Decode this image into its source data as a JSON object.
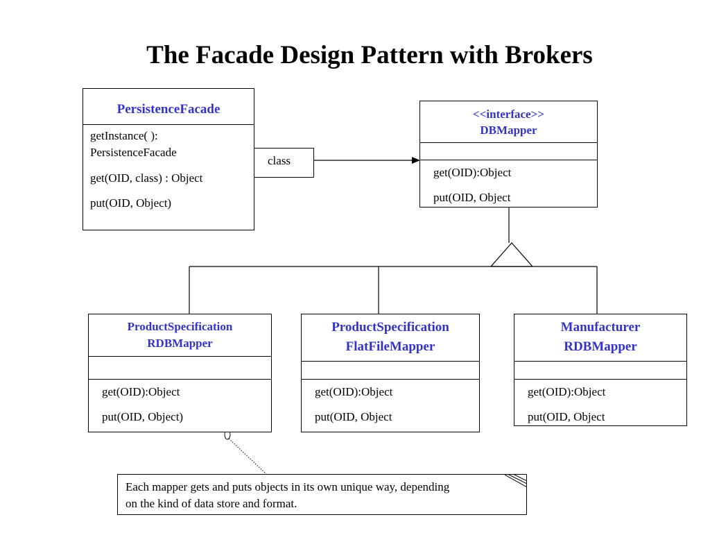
{
  "title": "The Facade Design Pattern with Brokers",
  "persistence_facade": {
    "name": "PersistenceFacade",
    "ops": [
      "getInstance( ):",
      "PersistenceFacade",
      "get(OID, class) : Object",
      "put(OID, Object)"
    ]
  },
  "qualifier": "class",
  "db_mapper": {
    "stereotype": "<<interface>>",
    "name": "DBMapper",
    "ops": [
      "get(OID):Object",
      "put(OID, Object"
    ]
  },
  "product_spec_rdb_mapper": {
    "name_line1": "ProductSpecification",
    "name_line2": "RDBMapper",
    "ops": [
      "get(OID):Object",
      "put(OID, Object)"
    ]
  },
  "product_spec_flatfile_mapper": {
    "name_line1": "ProductSpecification",
    "name_line2": "FlatFileMapper",
    "ops": [
      "get(OID):Object",
      "put(OID, Object"
    ]
  },
  "manufacturer_rdb_mapper": {
    "name_line1": "Manufacturer",
    "name_line2": "RDBMapper",
    "ops": [
      "get(OID):Object",
      "put(OID, Object"
    ]
  },
  "note": {
    "line1": "Each mapper gets and puts objects in its own unique way, depending",
    "line2": "on the kind of data store and format."
  }
}
